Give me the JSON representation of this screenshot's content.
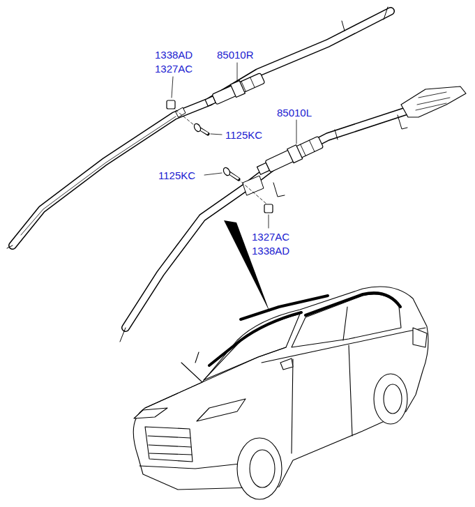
{
  "diagram": {
    "labels": [
      "1338AD",
      "1327AC",
      "85010R",
      "85010L",
      "1125KC",
      "1125KC",
      "1327AC",
      "1338AD"
    ]
  }
}
